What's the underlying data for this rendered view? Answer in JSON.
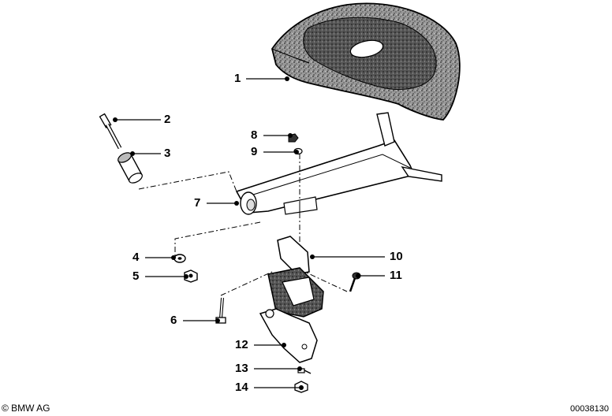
{
  "callouts": [
    {
      "id": "c1",
      "label": "1"
    },
    {
      "id": "c2",
      "label": "2"
    },
    {
      "id": "c3",
      "label": "3"
    },
    {
      "id": "c4",
      "label": "4"
    },
    {
      "id": "c5",
      "label": "5"
    },
    {
      "id": "c6",
      "label": "6"
    },
    {
      "id": "c7",
      "label": "7"
    },
    {
      "id": "c8",
      "label": "8"
    },
    {
      "id": "c9",
      "label": "9"
    },
    {
      "id": "c10",
      "label": "10"
    },
    {
      "id": "c11",
      "label": "11"
    },
    {
      "id": "c12",
      "label": "12"
    },
    {
      "id": "c13",
      "label": "13"
    },
    {
      "id": "c14",
      "label": "14"
    }
  ],
  "footer": {
    "copyright": "© BMW AG",
    "diagram_id": "00038130"
  }
}
